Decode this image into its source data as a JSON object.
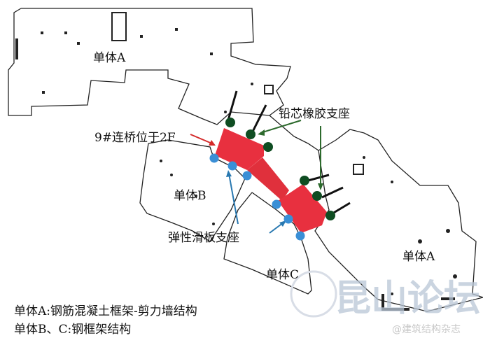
{
  "labels": {
    "unit_a_top": "单体A",
    "unit_a_right": "单体A",
    "unit_b": "单体B",
    "unit_c": "单体C",
    "lead_rubber_bearing": "铅芯橡胶支座",
    "bridge": "9#连桥位于2F",
    "elastic_sliding_bearing": "弹性滑板支座"
  },
  "legend": {
    "line1": "单体A:钢筋混凝土框架-剪力墙结构",
    "line2": "单体B、C:钢框架结构"
  },
  "watermark": {
    "forum": "昆山论坛",
    "weibo": "@建筑结构杂志"
  },
  "colors": {
    "bridge": "#e8303f",
    "lead_rubber": "#0f4d22",
    "elastic_sliding": "#3a8fd6",
    "arrow_red": "#d42a2a",
    "arrow_green": "#2d6a2d",
    "arrow_blue": "#2878b0"
  }
}
